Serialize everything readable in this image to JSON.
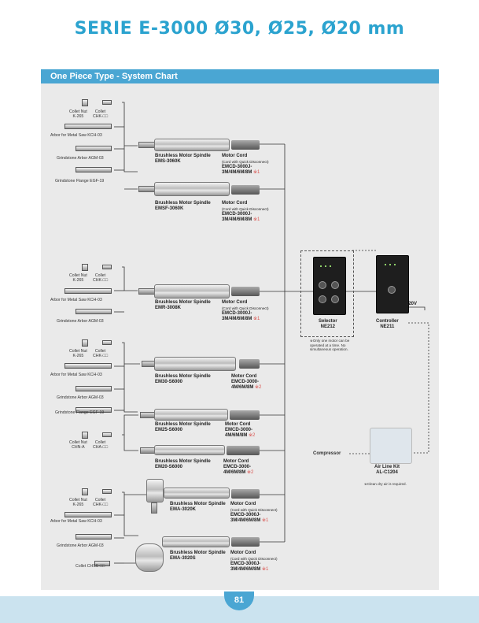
{
  "page": {
    "title": "SERIE E-3000 Ø30, Ø25, Ø20 mm",
    "section_title": "One Piece Type - System Chart",
    "page_number": "81"
  },
  "accessories": {
    "collet_nut_k265": "Collet Nut\nK-265",
    "collet_chk": "Collet\nCHK-□□",
    "arbor_metal_saw": "Arbor for Metal Saw  KCH-03",
    "grindstone_arbor": "Grindstone Arbor  AGM-03",
    "grindstone_flange": "Grindstone Flange  EGF-19",
    "collet_nut_chn": "Collet Nut\nCHN-A",
    "collet_cha": "Collet\nCHA-□□",
    "collet_chss": "Collet  CHSS-□□"
  },
  "spindles": [
    {
      "name": "Brushless Motor Spindle",
      "model": "EMS-3060K"
    },
    {
      "name": "Brushless Motor Spindle",
      "model": "EMSF-3060K"
    },
    {
      "name": "Brushless Motor Spindle",
      "model": "EMR-3008K"
    },
    {
      "name": "Brushless Motor Spindle",
      "model": "EM30-S6000"
    },
    {
      "name": "Brushless Motor Spindle",
      "model": "EM25-S6000"
    },
    {
      "name": "Brushless Motor Spindle",
      "model": "EM20-S6000"
    },
    {
      "name": "Brushless Motor Spindle",
      "model": "EMA-3020K"
    },
    {
      "name": "Brushless Motor Spindle",
      "model": "EMA-3020S"
    }
  ],
  "cords": {
    "title": "Motor Cord",
    "sub": "(Cord with Quick Disconnect)",
    "qd_code_1": "EMCD-3000J-",
    "qd_code_2": "3M/4M/6M/8M",
    "mark1": "※1",
    "mark2": "※2",
    "std_code_1": "EMCD-3000-",
    "std_code_2": "4M/6M/8M"
  },
  "selector": {
    "label": "Selector",
    "model": "NE212",
    "note": "※Only one motor can be operated at a time. No simultaneous operation."
  },
  "controller": {
    "label": "Controller",
    "model": "NE211",
    "voltage": "120V"
  },
  "airkit": {
    "label": "Air Line Kit",
    "model": "AL-C1204",
    "note": "※Clean dry air is required.",
    "compressor": "Compressor"
  }
}
